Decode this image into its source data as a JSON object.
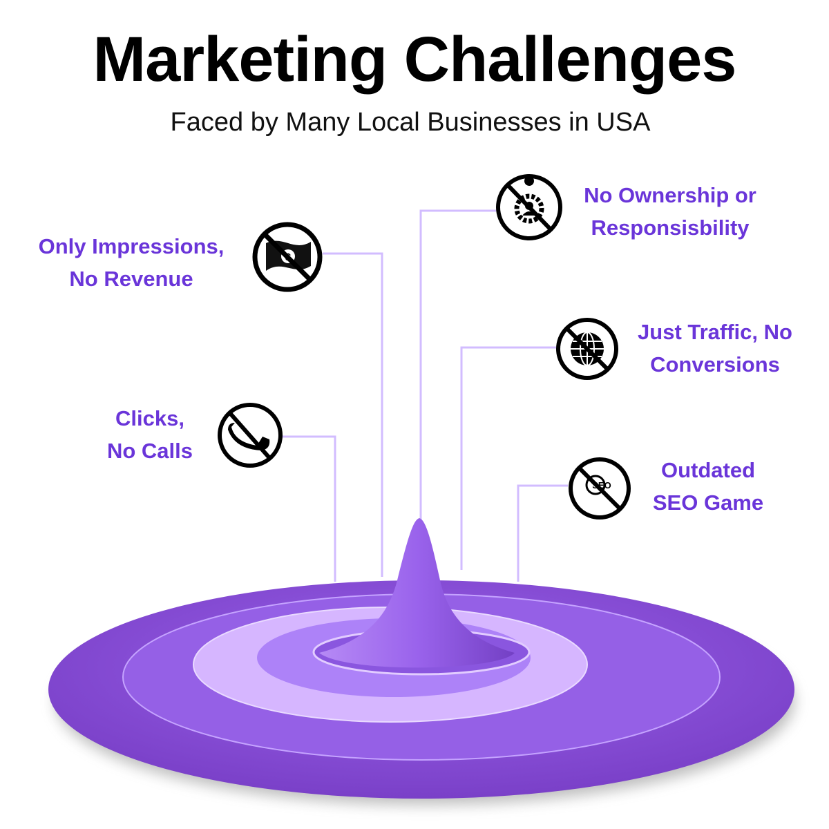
{
  "title": "Marketing Challenges",
  "subtitle": "Faced by Many Local Businesses in USA",
  "colors": {
    "accent_text": "#6a35d9",
    "connector": "#d2bcff",
    "disc_outer": "#7b40cc",
    "disc_light": "#d9baff"
  },
  "challenges": [
    {
      "line1": "Only Impressions,",
      "line2": "No Revenue",
      "icon": "no-money-icon"
    },
    {
      "line1": "No Ownership or",
      "line2": "Responsisbility",
      "icon": "no-responsibility-icon"
    },
    {
      "line1": "Just Traffic, No",
      "line2": "Conversions",
      "icon": "no-globe-icon"
    },
    {
      "line1": "Clicks,",
      "line2": "No Calls",
      "icon": "no-phone-icon"
    },
    {
      "line1": "Outdated",
      "line2": "SEO Game",
      "icon": "no-seo-icon",
      "icon_text": "SEO"
    }
  ]
}
